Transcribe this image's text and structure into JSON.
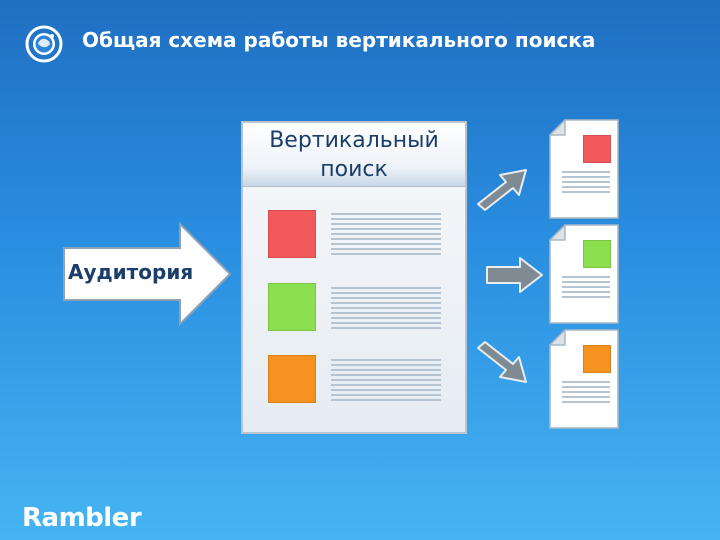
{
  "slide": {
    "title": "Общая схема работы вертикального поиска",
    "logo_icon": "globe-icon",
    "brand": "Rambler"
  },
  "diagram": {
    "main_block_title": "Вертикальный поиск",
    "audience_label": "Аудитория",
    "main_results": [
      {
        "color": "#f2595a"
      },
      {
        "color": "#8ce050"
      },
      {
        "color": "#f6921f"
      }
    ],
    "documents": [
      {
        "color": "#f2595a"
      },
      {
        "color": "#8ce050"
      },
      {
        "color": "#f6921f"
      }
    ],
    "arrow_color": "#7f8a93"
  }
}
